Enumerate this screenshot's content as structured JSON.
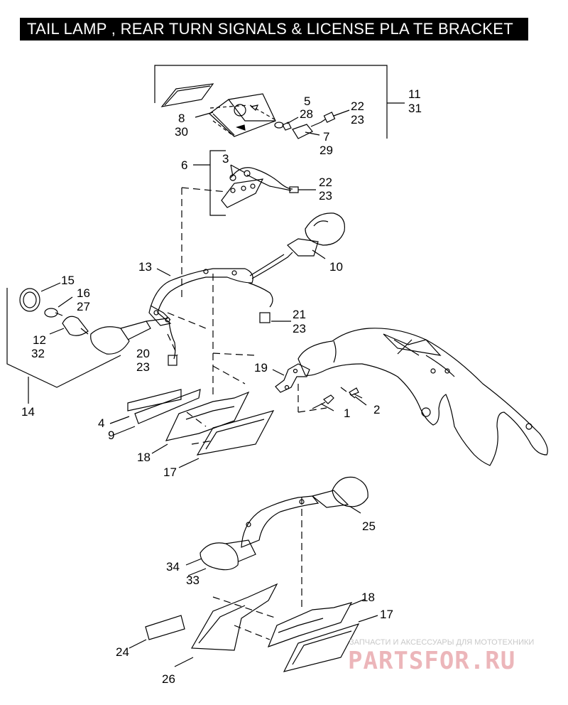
{
  "title": "TAIL LAMP , REAR TURN SIGNALS & LICENSE PLA TE BRACKET",
  "callouts": {
    "n1": "1",
    "n2": "2",
    "n3": "3",
    "n4": "4",
    "n5": "5",
    "n6": "6",
    "n7": "7",
    "n8": "8",
    "n9": "9",
    "n10": "10",
    "n11": "11",
    "n12": "12",
    "n13": "13",
    "n14": "14",
    "n15": "15",
    "n16": "16",
    "n17a": "17",
    "n17b": "17",
    "n18a": "18",
    "n18b": "18",
    "n19": "19",
    "n20": "20",
    "n21": "21",
    "n22a": "22",
    "n22b": "22",
    "n23a": "23",
    "n23b": "23",
    "n23c": "23",
    "n23d": "23",
    "n24": "24",
    "n25": "25",
    "n26": "26",
    "n27": "27",
    "n28": "28",
    "n29": "29",
    "n30": "30",
    "n31": "31",
    "n32": "32",
    "n33": "33",
    "n34": "34"
  },
  "watermark": {
    "tagline": "ЗАПЧАСТИ И АКСЕССУАРЫ ДЛЯ МОТОТЕХНИКИ",
    "logo": "PARTSFOR.RU",
    "color": "#e8a5a9"
  }
}
